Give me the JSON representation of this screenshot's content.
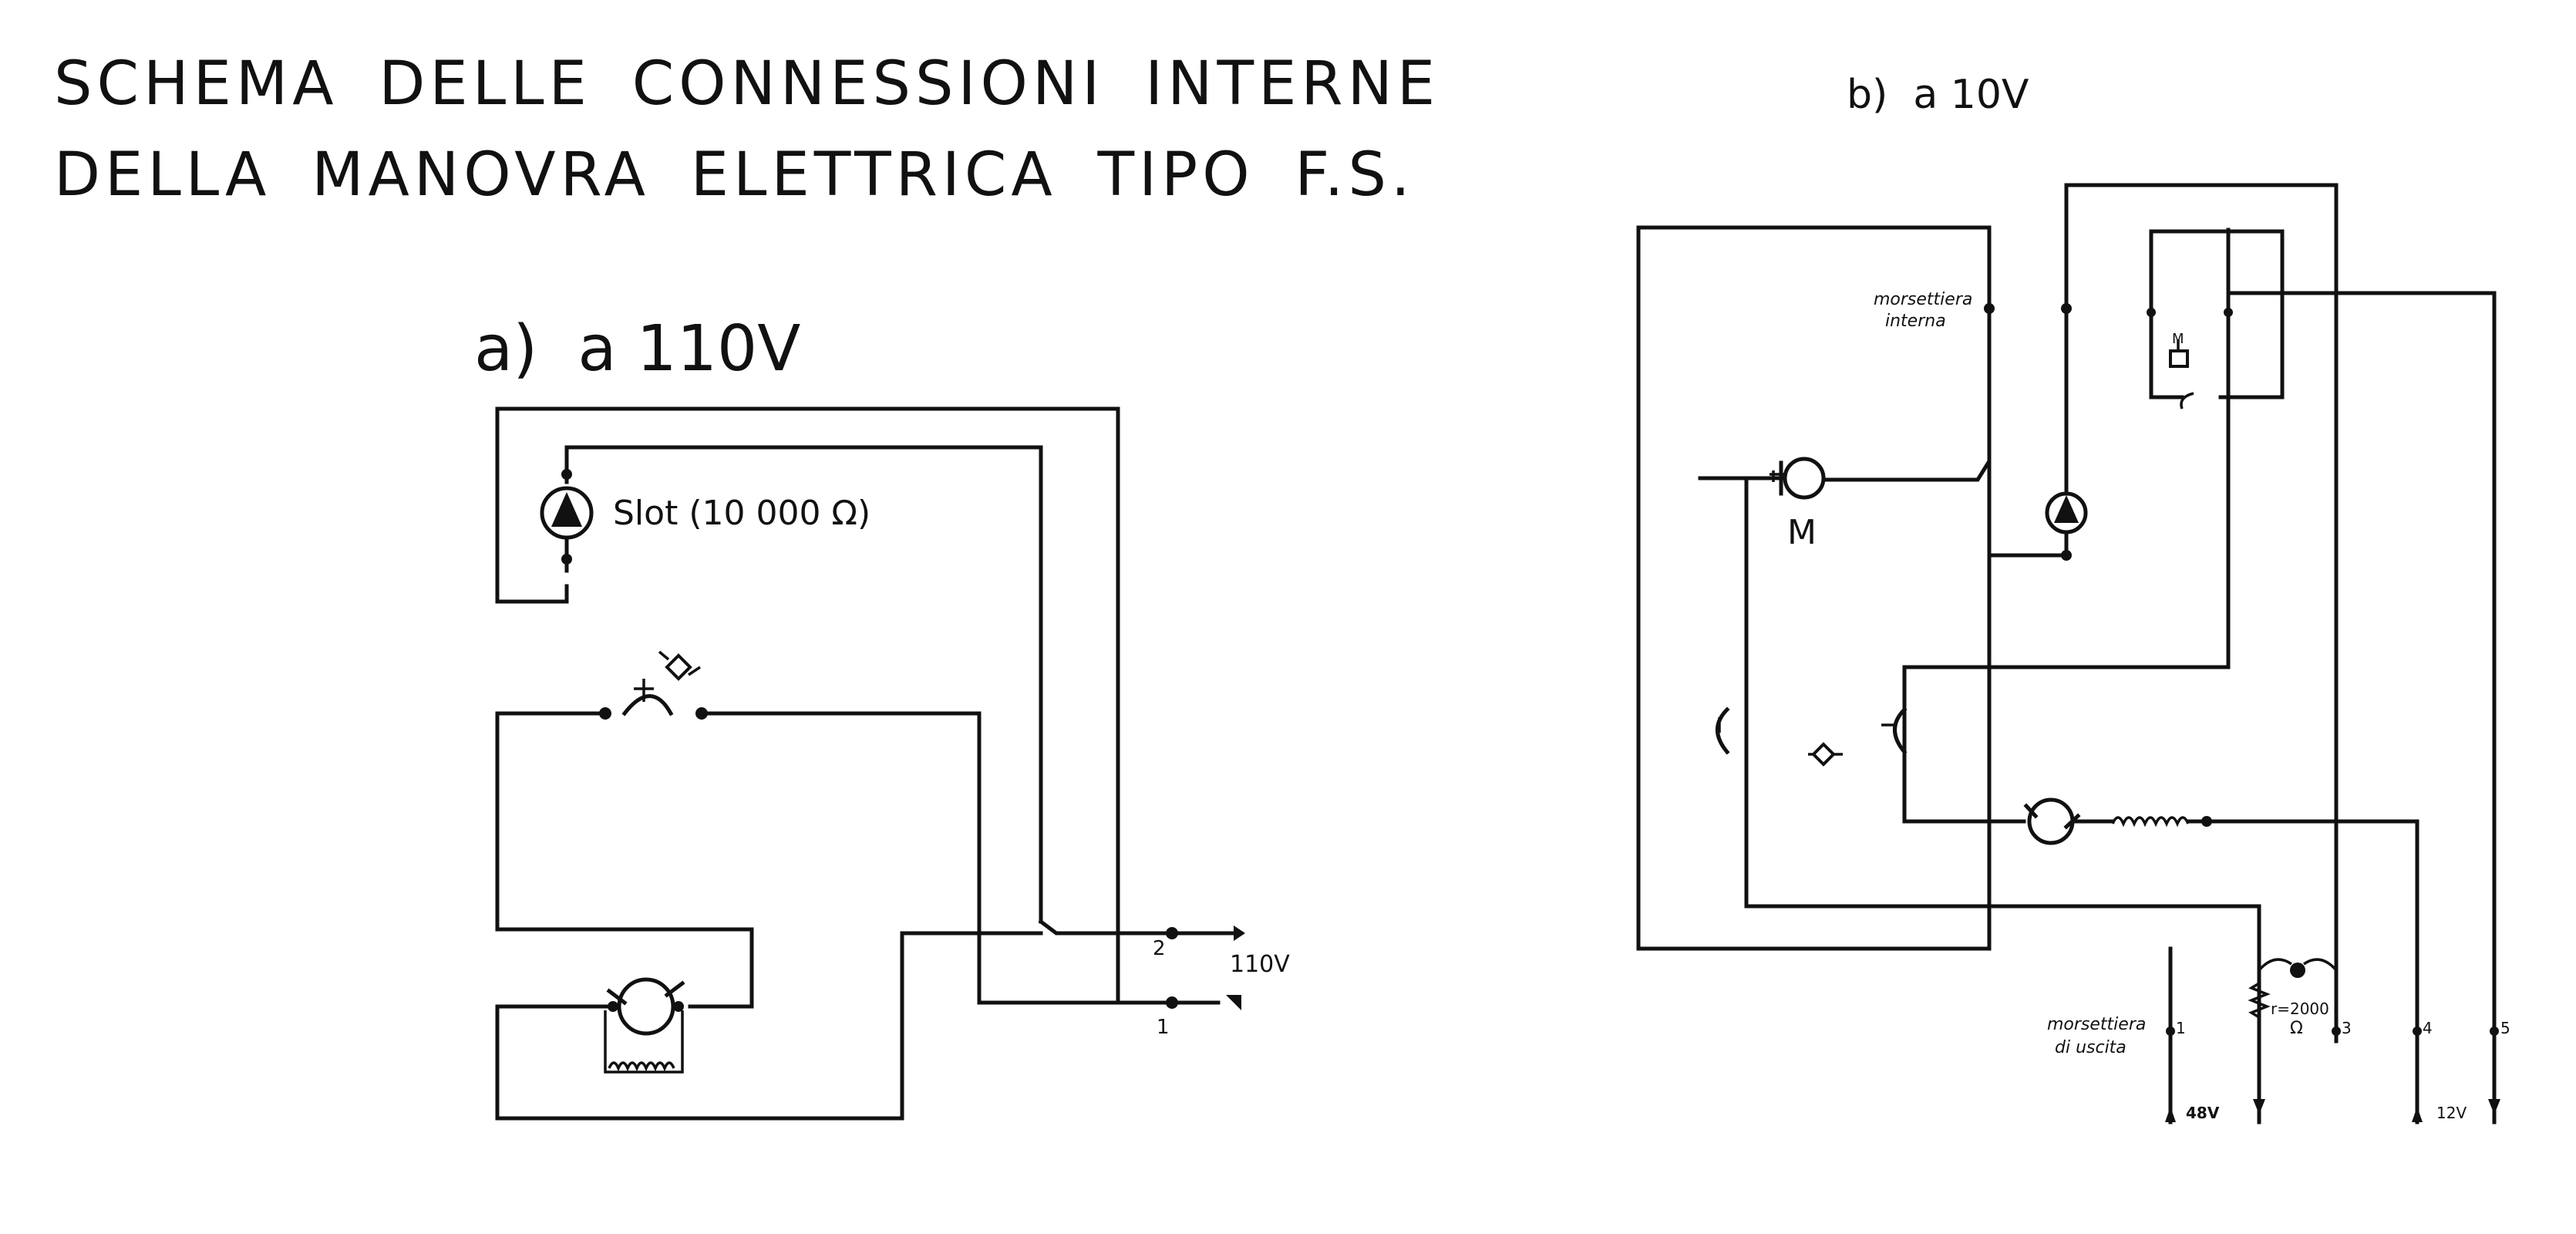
{
  "title": {
    "line1": "SCHEMA DELLE CONNESSIONI INTERNE",
    "line2": "DELLA MANOVRA ELETTRICA TIPO F.S."
  },
  "diagram_a": {
    "heading": "a)  a 110V",
    "relay_label": "Slot (10 000 Ω)",
    "terminal_2": "2",
    "terminal_1": "1",
    "voltage": "110V"
  },
  "diagram_b": {
    "heading": "b)  a 10V",
    "internal_terminal_block": [
      "morsettiera",
      "interna"
    ],
    "motor_label": "M",
    "small_motor_label": "M",
    "output_terminal_block": [
      "morsettiera",
      "di uscita"
    ],
    "resistor_label": "r=2000",
    "resistor_unit": "Ω",
    "terminals": [
      "1",
      "3",
      "4",
      "5"
    ],
    "voltage_48": "48V",
    "voltage_12": "12V"
  }
}
